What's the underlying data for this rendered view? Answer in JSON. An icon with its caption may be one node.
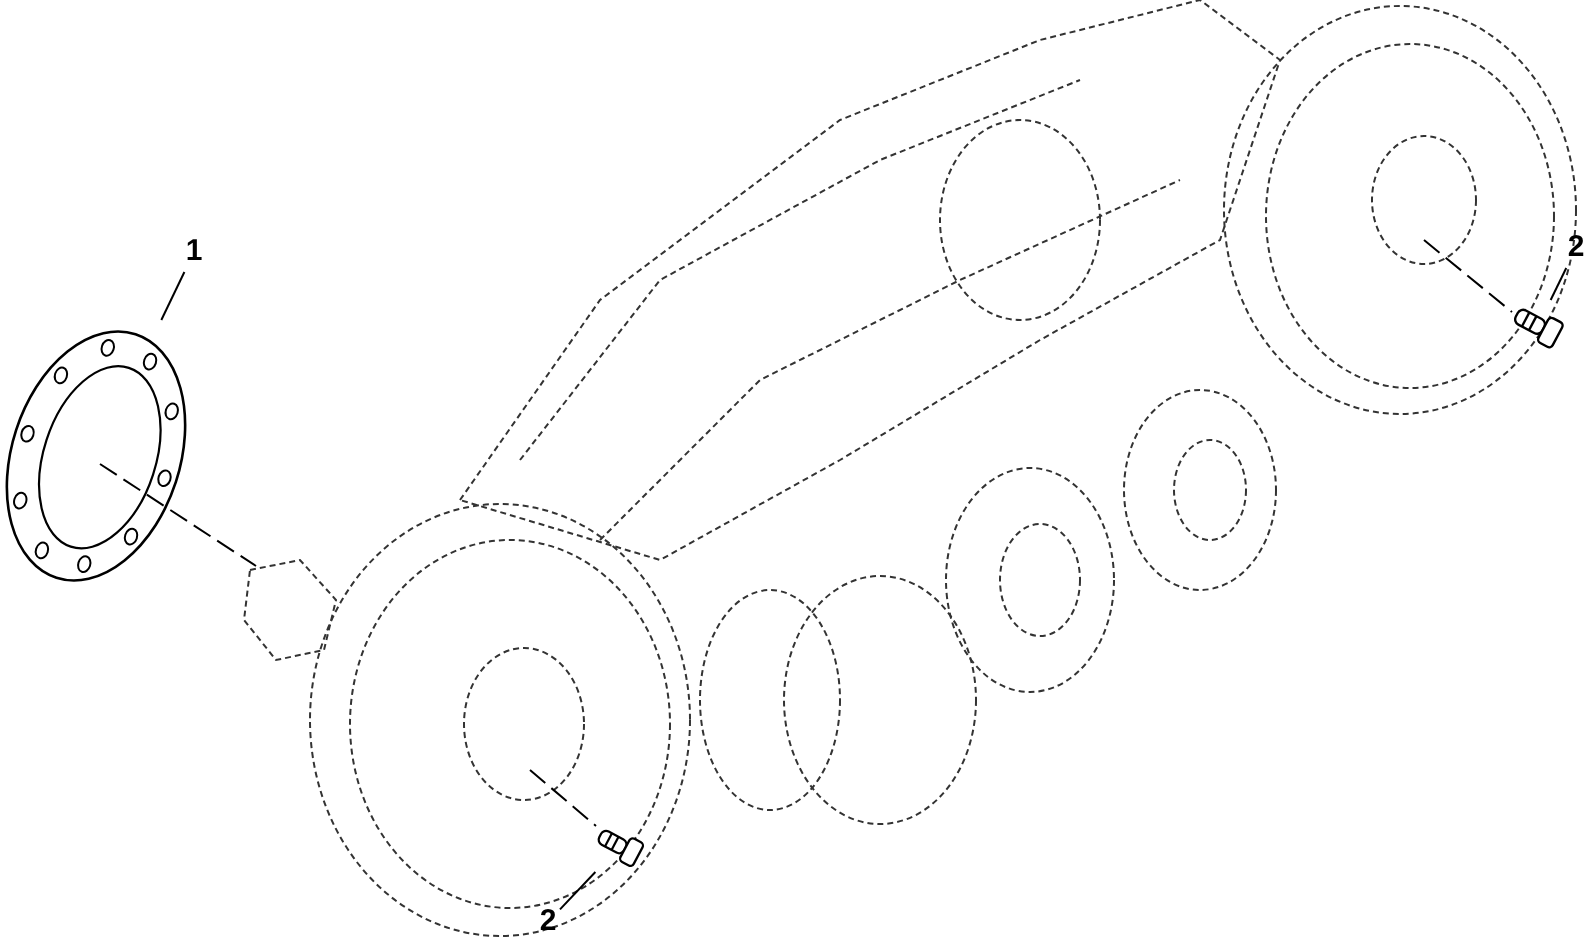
{
  "diagram": {
    "nodes": [
      {
        "text": [
          "1"
        ]
      },
      {
        "text": [],
        "shape": "picture"
      },
      {
        "text": [
          "2"
        ]
      },
      {
        "text": [],
        "shape": "picture"
      },
      {
        "text": [
          "2"
        ]
      },
      {
        "text": [],
        "shape": "picture"
      }
    ],
    "edges": [
      {
        "from": 0,
        "to": 1,
        "arrow": "none"
      },
      {
        "from": 2,
        "to": 3,
        "arrow": "none"
      },
      {
        "from": 4,
        "to": 5,
        "arrow": "none"
      }
    ]
  }
}
